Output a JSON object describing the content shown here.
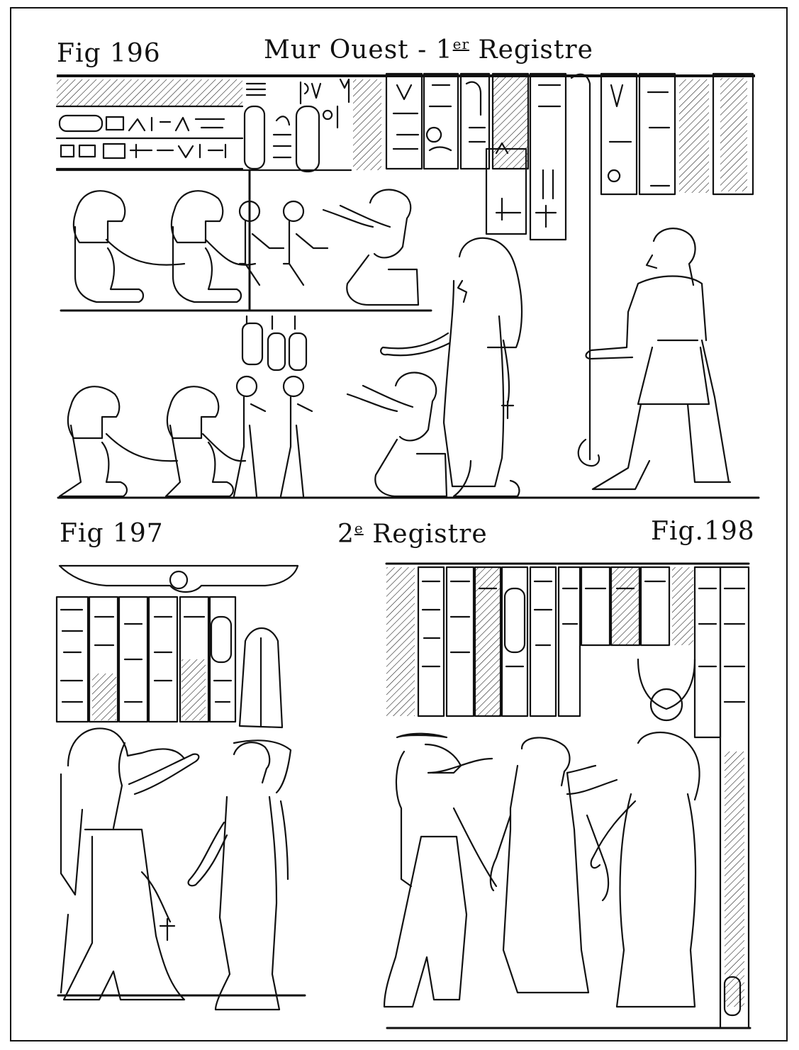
{
  "plate": {
    "fig196": {
      "label": "Fig 196"
    },
    "top_heading": {
      "pre": "Mur Ouest - 1",
      "ordinal": "er",
      "post": " Registre"
    },
    "fig197": {
      "label": "Fig 197"
    },
    "middle_heading": {
      "pre": "2",
      "ordinal": "e",
      "post": " Registre"
    },
    "fig198": {
      "label": "Fig.198"
    }
  },
  "colors": {
    "ink": "#111111",
    "paper": "#ffffff"
  }
}
